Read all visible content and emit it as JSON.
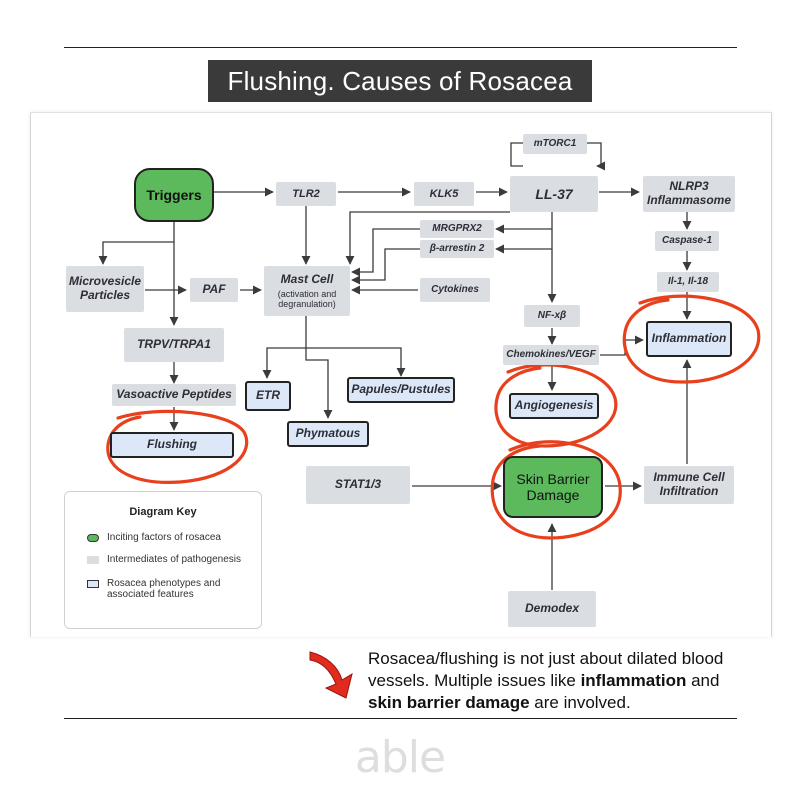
{
  "title": "Flushing. Causes of Rosacea",
  "nodes": {
    "triggers": "Triggers",
    "tlr2": "TLR2",
    "klk5": "KLK5",
    "ll37": "LL-37",
    "mtorc1": "mTORC1",
    "nlrp3": "NLRP3 Inflammasome",
    "mrgprx2": "MRGPRX2",
    "barrestin2": "β-arrestin 2",
    "caspase1": "Caspase-1",
    "il": "Il-1, Il-18",
    "microvesicle": "Microvesicle Particles",
    "paf": "PAF",
    "mastcell": "Mast Cell",
    "mastcell_sub": "(activation and degranulation)",
    "cytokines": "Cytokines",
    "nfkb": "NF-xβ",
    "inflammation": "Inflammation",
    "trpv": "TRPV/TRPA1",
    "chemokines": "Chemokines/VEGF",
    "papules": "Papules/Pustules",
    "etr": "ETR",
    "vasoactive": "Vasoactive Peptides",
    "angiogenesis": "Angiogenesis",
    "phymatous": "Phymatous",
    "flushing": "Flushing",
    "stat": "STAT1/3",
    "skinbarrier": "Skin Barrier Damage",
    "immunecell": "Immune Cell Infiltration",
    "demodex": "Demodex"
  },
  "key": {
    "title": "Diagram Key",
    "green": "Inciting factors of rosacea",
    "gray": "Intermediates of pathogenesis",
    "blue": "Rosacea phenotypes and associated features"
  },
  "callout": {
    "part1": "Rosacea/flushing is not just about dilated blood vessels. Multiple issues like ",
    "bold1": "inflammation",
    "part2": " and ",
    "bold2": "skin barrier damage",
    "part3": " are involved."
  },
  "logo": "able",
  "colors": {
    "inciting": "#5cba5c",
    "intermediate": "#dadde2",
    "phenotype": "#dce8f8",
    "highlight": "#e8401c",
    "title_bg": "#3a3a3a"
  }
}
